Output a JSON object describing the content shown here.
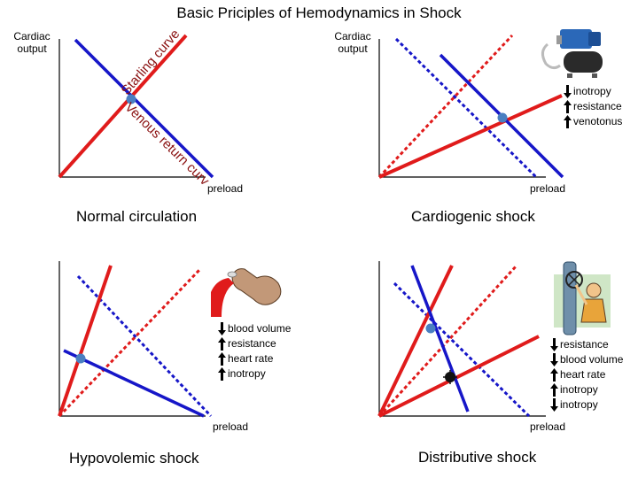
{
  "title": "Basic Priciples of Hemodynamics in Shock",
  "colors": {
    "red": "#e01b1b",
    "blue": "#1616c8",
    "point": "#4a7fc1",
    "axis": "#000000"
  },
  "panels": [
    {
      "id": "normal",
      "caption": "Normal circulation",
      "ylabel": "Cardiac\noutput",
      "xlabel": "preload",
      "curve_labels": {
        "starling": "Starling curve",
        "venous": "Venous return curve"
      },
      "icon": "",
      "effects": []
    },
    {
      "id": "cardiogenic",
      "caption": "Cardiogenic shock",
      "ylabel": "Cardiac\noutput",
      "xlabel": "preload",
      "icon": "pump-icon",
      "effects": [
        {
          "dir": "down",
          "text": "inotropy"
        },
        {
          "dir": "up",
          "text": "resistance"
        },
        {
          "dir": "up",
          "text": "venotonus"
        }
      ]
    },
    {
      "id": "hypovolemic",
      "caption": "Hypovolemic shock",
      "xlabel": "preload",
      "icon": "pouring-flask-icon",
      "effects": [
        {
          "dir": "down",
          "text": "blood volume"
        },
        {
          "dir": "up",
          "text": "resistance"
        },
        {
          "dir": "up",
          "text": "heart rate"
        },
        {
          "dir": "up",
          "text": "inotropy"
        }
      ]
    },
    {
      "id": "distributive",
      "caption": "Distributive shock",
      "xlabel": "preload",
      "icon": "valve-worker-icon",
      "effects": [
        {
          "dir": "down",
          "text": "resistance"
        },
        {
          "dir": "down",
          "text": "blood volume"
        },
        {
          "dir": "up",
          "text": "heart rate"
        },
        {
          "dir": "up",
          "text": "inotropy"
        },
        {
          "dir": "down",
          "text": "inotropy"
        }
      ]
    }
  ]
}
